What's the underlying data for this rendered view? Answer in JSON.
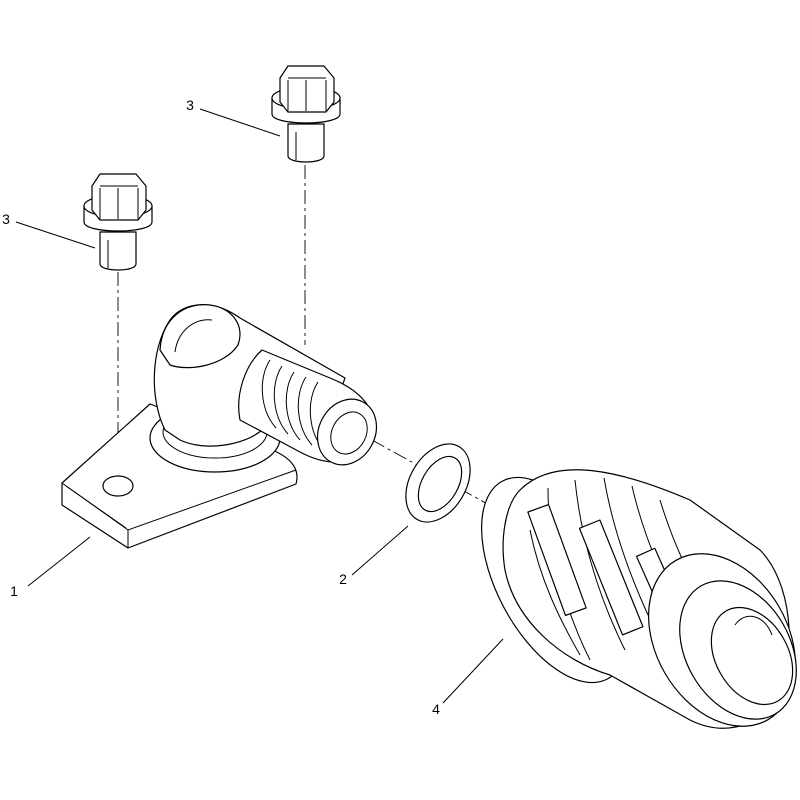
{
  "diagram": {
    "callouts": {
      "part_1": "1",
      "part_2": "2",
      "part_3_left": "3",
      "part_3_right": "3",
      "part_4": "4"
    }
  }
}
